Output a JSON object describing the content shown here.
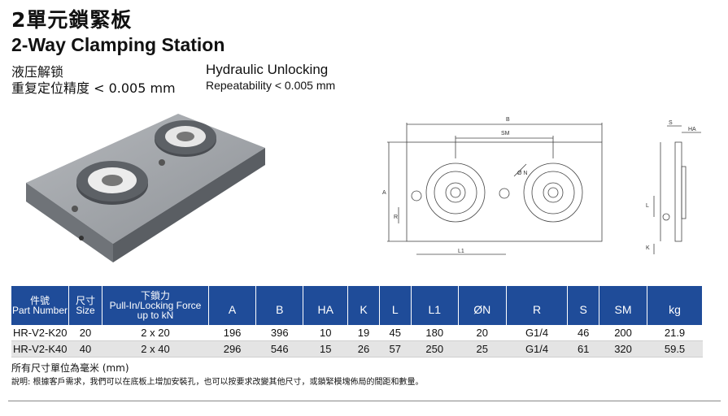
{
  "title": {
    "chinese": "2單元鎖緊板",
    "english": "2-Way Clamping Station"
  },
  "features": {
    "line1_zh": "液压解锁",
    "line2_zh": "重复定位精度 < 0.005 mm",
    "line1_en": "Hydraulic Unlocking",
    "line2_en": "Repeatability < 0.005 mm"
  },
  "drawing_labels": {
    "B": "B",
    "SM": "SM",
    "A": "A",
    "R": "R",
    "L1": "L1",
    "ON": "Ø N",
    "S": "S",
    "HA": "HA",
    "L": "L",
    "K": "K"
  },
  "table": {
    "headers": [
      {
        "zh": "件號",
        "en": "Part Number"
      },
      {
        "zh": "尺寸",
        "en": "Size"
      },
      {
        "zh": "下鎖力",
        "en1": "Pull-In/Locking Force",
        "en2": "up to kN"
      },
      {
        "en": "A"
      },
      {
        "en": "B"
      },
      {
        "en": "HA"
      },
      {
        "en": "K"
      },
      {
        "en": "L"
      },
      {
        "en": "L1"
      },
      {
        "en": "ØN"
      },
      {
        "en": "R"
      },
      {
        "en": "S"
      },
      {
        "en": "SM"
      },
      {
        "en": "kg"
      }
    ],
    "rows": [
      [
        "HR-V2-K20",
        "20",
        "2 x 20",
        "196",
        "396",
        "10",
        "19",
        "45",
        "180",
        "20",
        "G1/4",
        "46",
        "200",
        "21.9"
      ],
      [
        "HR-V2-K40",
        "40",
        "2 x 40",
        "296",
        "546",
        "15",
        "26",
        "57",
        "250",
        "25",
        "G1/4",
        "61",
        "320",
        "59.5"
      ]
    ]
  },
  "notes": {
    "units": "所有尺寸單位為毫米 (mm)",
    "description": "說明: 根據客戶需求，我們可以在底板上增加安裝孔，也可以按要求改變其他尺寸，或鎖緊模塊佈局的間距和數量。"
  }
}
